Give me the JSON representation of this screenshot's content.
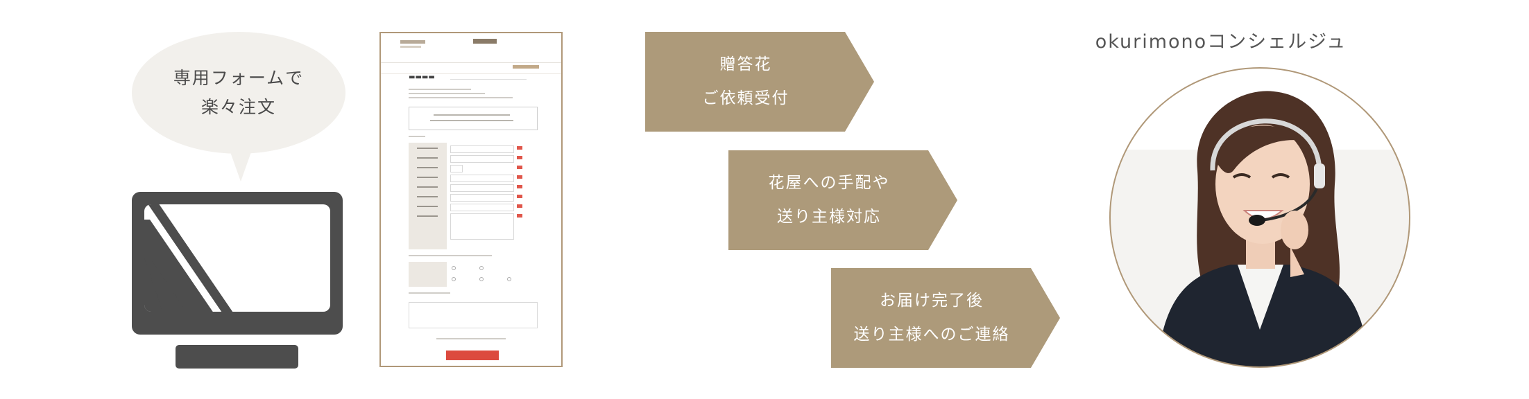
{
  "colors": {
    "accent": "#ad9a7a",
    "bubble": "#f2f0ec",
    "monitor": "#4d4d4d",
    "submit": "#dc4a3e"
  },
  "bubble": {
    "line1": "専用フォームで",
    "line2": "楽々注文"
  },
  "icons": {
    "monitor": "monitor-icon",
    "form": "order-form-screenshot",
    "portrait": "concierge-operator-portrait"
  },
  "steps": [
    {
      "line1": "贈答花",
      "line2": "ご依頼受付"
    },
    {
      "line1": "花屋への手配や",
      "line2": "送り主様対応"
    },
    {
      "line1": "お届け完了後",
      "line2": "送り主様へのご連絡"
    }
  ],
  "concierge": {
    "title": "okurimonoコンシェルジュ"
  }
}
